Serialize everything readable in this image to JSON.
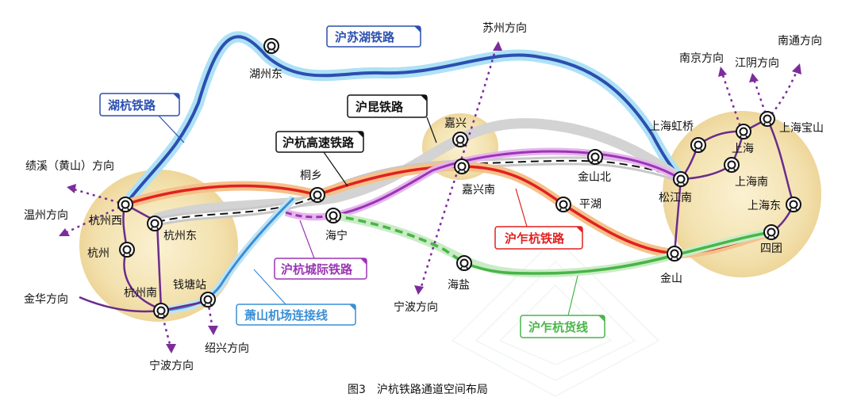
{
  "caption": "图3　沪杭铁路通道空间布局",
  "colors": {
    "huning_blue": "#2b4fb0",
    "glow_blue": "#aee1f6",
    "hukun_gray": "#c0c0c0",
    "highspeed_black": "#111111",
    "hangzhou_red": "#e0211f",
    "glow_orange": "#f6c08a",
    "intercity_purple": "#9b34b6",
    "freight_green": "#48b548",
    "airport_blue": "#3a8fd6",
    "local_purple": "#6a2c8c",
    "hub_fill": "#f3e2b0"
  },
  "lines": {
    "husuhu": "沪苏湖铁路",
    "huhang": "湖杭铁路",
    "hukun": "沪昆铁路",
    "hhgs": "沪杭高速铁路",
    "hzh": "沪乍杭铁路",
    "hcj": "沪杭城际铁路",
    "xiaoshan": "萧山机场连接线",
    "freight": "沪乍杭货线"
  },
  "stations": {
    "huzhou_dong": "湖州东",
    "jiaxing": "嘉兴",
    "tongxiang": "桐乡",
    "jiaxing_nan": "嘉兴南",
    "jinshan_bei": "金山北",
    "pinghu": "平湖",
    "haining": "海宁",
    "haiyan": "海盐",
    "jinshan": "金山",
    "hangzhou_xi": "杭州西",
    "hangzhou_dong": "杭州东",
    "hangzhou": "杭州",
    "hangzhou_nan": "杭州南",
    "qiantang": "钱塘站",
    "shanghai_hongqiao": "上海虹桥",
    "shanghai": "上海",
    "shanghai_baoshan": "上海宝山",
    "shanghai_nan": "上海南",
    "songjiang_nan": "松江南",
    "shanghai_dong": "上海东",
    "situan": "四团"
  },
  "directions": {
    "suzhou": "苏州方向",
    "ningbo_mid": "宁波方向",
    "jixi": "绩溪（黄山）方向",
    "wenzhou": "温州方向",
    "jinhua": "金华方向",
    "ningbo_left": "宁波方向",
    "shaoxing": "绍兴方向",
    "nanjing": "南京方向",
    "jiangyin": "江阴方向",
    "nantong": "南通方向"
  }
}
